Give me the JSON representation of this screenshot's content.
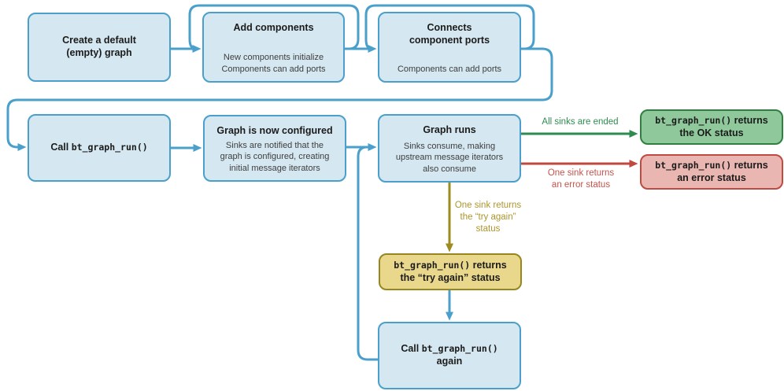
{
  "colors": {
    "flow_blue": "#4AA0CB",
    "node_fill_blue": "#D5E7F0",
    "ok_green_line": "#2E8C4F",
    "ok_green_fill": "#8FC99B",
    "ok_green_border": "#2F8040",
    "error_red_line": "#C0483F",
    "error_red_fill": "#EAB6B1",
    "retry_olive_line": "#9C8B1E",
    "retry_olive_fill": "#E9D88C"
  },
  "nodes": {
    "create_graph": {
      "title": "Create a default\n(empty) graph"
    },
    "add_components": {
      "title": "Add components",
      "body": "New components initialize\nComponents can add ports"
    },
    "connect_ports": {
      "title": "Connects\ncomponent ports",
      "body": "Components can add ports"
    },
    "call_run": {
      "prefix": "Call ",
      "code": "bt_graph_run()"
    },
    "graph_configured": {
      "title": "Graph is now configured",
      "body": "Sinks are notified that the\ngraph is configured, creating\ninitial message iterators"
    },
    "graph_runs": {
      "title": "Graph runs",
      "body": "Sinks consume, making\nupstream message iterators\nalso consume"
    },
    "returns_ok": {
      "code": "bt_graph_run()",
      "suffix": " returns",
      "line2": "the OK status"
    },
    "returns_error": {
      "code": "bt_graph_run()",
      "suffix": " returns",
      "line2": "an error status"
    },
    "returns_try_again": {
      "code": "bt_graph_run()",
      "suffix": " returns",
      "line2": "the “try again” status"
    },
    "call_run_again": {
      "prefix": "Call ",
      "code": "bt_graph_run()",
      "line2": "again"
    }
  },
  "edge_labels": {
    "all_sinks_ended": "All sinks are ended",
    "error_status": "One sink returns\nan error status",
    "try_again_status": "One sink returns\nthe “try again”\nstatus"
  }
}
